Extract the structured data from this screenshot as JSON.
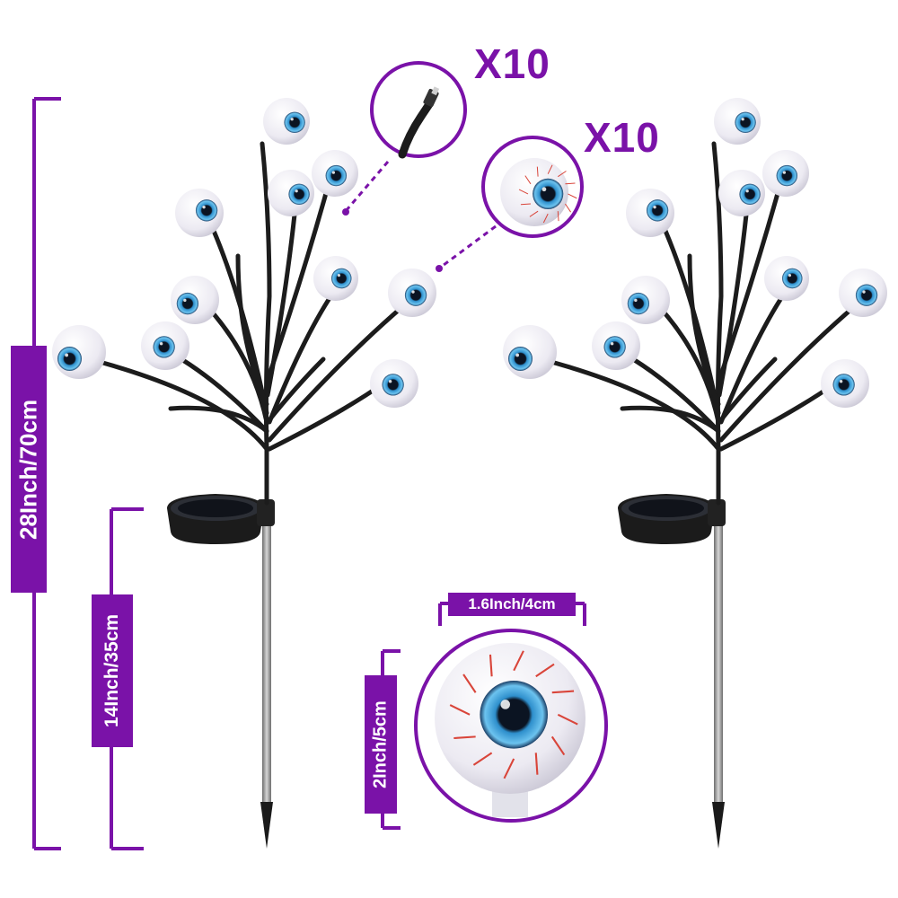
{
  "quantities": {
    "cable_qty": "X10",
    "eyeball_qty": "X10"
  },
  "dimensions": {
    "total_height": "28Inch/70cm",
    "stake_height": "14Inch/35cm",
    "ball_width": "1.6Inch/4cm",
    "ball_height": "2Inch/5cm"
  },
  "colors": {
    "accent": "#7a12a8",
    "branch": "#1c1c1c",
    "iris": "#3aa0d6",
    "eyeball": "#f4f4f6",
    "vein": "#d9453a",
    "stake": "#9a9a9a"
  },
  "icons": {
    "cable_zoom": "cable-connector-icon",
    "eyeball_zoom": "eyeball-icon",
    "solar_panel": "solar-panel-icon"
  }
}
